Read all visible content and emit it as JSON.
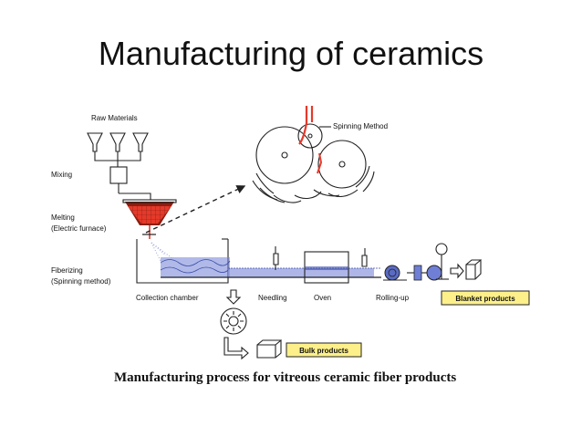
{
  "slide": {
    "title": "Manufacturing of ceramics"
  },
  "diagram": {
    "labels": {
      "raw_materials": "Raw Materials",
      "spinning_method": "Spinning Method",
      "mixing": "Mixing",
      "melting": "Melting",
      "electric_furnace": "(Electric furnace)",
      "fiberizing": "Fiberizing",
      "spinning_method_paren": "(Spinning method)",
      "collection_chamber": "Collection chamber",
      "needling": "Needling",
      "oven": "Oven",
      "rolling_up": "Rolling-up",
      "blanket_products": "Blanket products",
      "bulk_products": "Bulk products"
    },
    "caption": "Manufacturing process for vitreous ceramic fiber products",
    "colors": {
      "furnace_red": "#e5392a",
      "fiber_blue": "#6f7fd6",
      "product_label_yellow": "#fdf08a"
    }
  }
}
